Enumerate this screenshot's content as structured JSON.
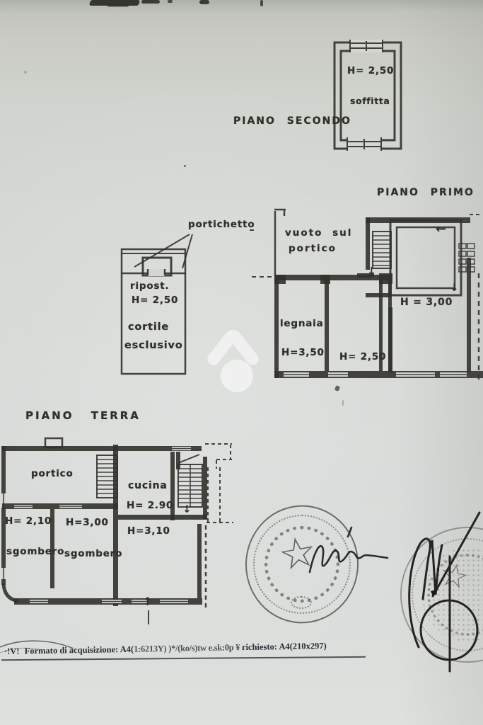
{
  "floors": {
    "secondo": {
      "label": "PIANO SECONDO",
      "soffitta": {
        "name": "soffitta",
        "height": "H= 2,50"
      }
    },
    "primo": {
      "label": "PIANO PRIMO",
      "portichetto": "portichetto",
      "ripost_name": "ripost.",
      "ripost_height": "H= 2,50",
      "cortile_line1": "cortile",
      "cortile_line2": "esclusivo",
      "vuoto_line1": "vuoto sul",
      "vuoto_line2": "portico",
      "legnaia_name": "legnaia",
      "legnaia_height": "H=3,50",
      "room2_height": "H= 2,50",
      "room3_height": "H = 3,00"
    },
    "terra": {
      "label": "PIANO TERRA",
      "portico": "portico",
      "sg1_height": "H= 2,10",
      "sg1_name": "sgombero",
      "sg2_height": "H=3,00",
      "sg2_name": "sgombero",
      "cucina_name": "cucina",
      "cucina_height": "H= 2.90",
      "h310": "H=3,10"
    }
  },
  "symbols": {
    "arrow_left": "←",
    "arrow_down": "↓",
    "arrow_up": "↑",
    "star": "☆"
  },
  "footer": {
    "mark": "·!V!",
    "part1": "Formato di acquisizione: A4(",
    "garbled": "1:6213Y) )*/(ko/s)tw e.sk:0p ¥ ",
    "part2": "richiesto: A4(210x297)"
  }
}
